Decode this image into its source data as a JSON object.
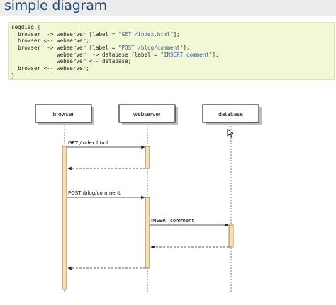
{
  "page": {
    "title": "simple diagram"
  },
  "code": {
    "lines": [
      {
        "pre": "seqdiag {",
        "str": "",
        "post": ""
      },
      {
        "pre": "  browser  -> webserver [label = ",
        "str": "\"GET /index.html\"",
        "post": "];"
      },
      {
        "pre": "  browser <-- webserver;",
        "str": "",
        "post": ""
      },
      {
        "pre": "  browser  -> webserver [label = ",
        "str": "\"POST /blog/comment\"",
        "post": "];"
      },
      {
        "pre": "              webserver  -> database [label = ",
        "str": "\"INSERT comment\"",
        "post": "];"
      },
      {
        "pre": "              webserver <-- database;",
        "str": "",
        "post": ""
      },
      {
        "pre": "  browser <-- webserver;",
        "str": "",
        "post": ""
      },
      {
        "pre": "}",
        "str": "",
        "post": ""
      }
    ]
  },
  "diagram": {
    "actors": [
      "browser",
      "webserver",
      "database"
    ],
    "messages": [
      {
        "label": "GET /index.html"
      },
      {
        "label": ""
      },
      {
        "label": "POST /blog/comment"
      },
      {
        "label": "INSERT comment"
      },
      {
        "label": ""
      },
      {
        "label": ""
      }
    ],
    "colors": {
      "activation_fill": "#f6dfb6",
      "activation_stroke": "#8a6a3c",
      "lifeline": "#777777",
      "actor_fill": "#ffffff",
      "actor_stroke": "#000000",
      "shadow": "#bdbdbd"
    }
  }
}
